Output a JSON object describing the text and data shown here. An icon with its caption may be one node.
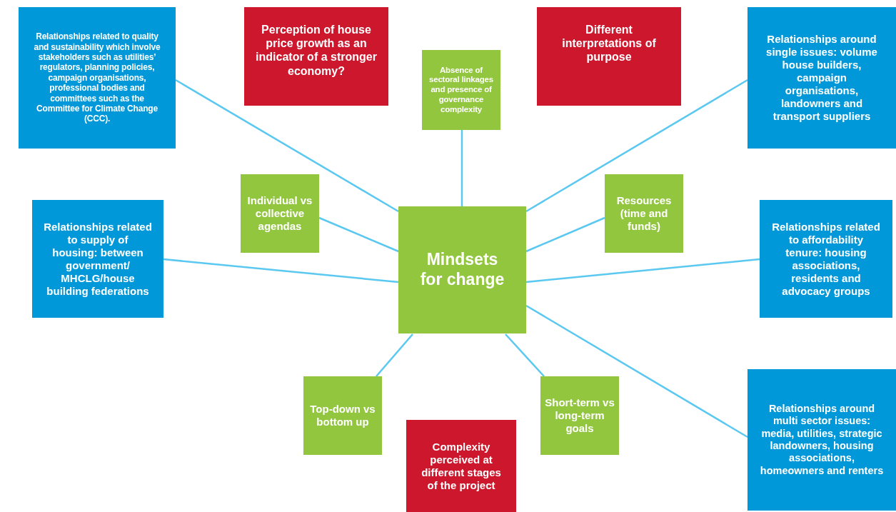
{
  "diagram": {
    "nodes": [
      {
        "text": [
          "Relationships related to quality and sustainability which involve stakeholders such as utilities’ regulators, planning policies, campaign organisations, professional bodies and committees such as the Committee for Climate Change (CCC)."
        ]
      },
      {
        "text": [
          "Perception of house price growth as an indicator of a stronger economy?"
        ]
      },
      {
        "text": [
          "Absence of sectoral linkages and presence of governance complexity"
        ]
      },
      {
        "text": [
          "Different interpretations of purpose"
        ]
      },
      {
        "text": [
          "Relationships around single issues: volume house builders, campaign organisations, landowners and transport suppliers"
        ]
      },
      {
        "text": [
          "Individual vs collective agendas"
        ]
      },
      {
        "text": [
          "Resources (time and funds)"
        ]
      },
      {
        "text": [
          "Relationships related to supply of housing: between government/ MHCLG/house building federations"
        ]
      },
      {
        "text": [
          "Mindsets for change"
        ]
      },
      {
        "text": [
          "Relationships related to affordability tenure: housing associations, residents and advocacy groups"
        ]
      },
      {
        "text": [
          "Top-down vs bottom up"
        ]
      },
      {
        "text": [
          "Short-term vs long-term goals"
        ]
      },
      {
        "text": [
          "Complexity perceived at different stages of the project"
        ]
      },
      {
        "text": [
          "Relationships around multi sector issues: media, utilities, strategic landowners, housing associations, homeowners and renters"
        ]
      }
    ],
    "edges": [
      {
        "from": 8,
        "to": 0,
        "arrow": "none"
      },
      {
        "from": 8,
        "to": 2,
        "arrow": "none"
      },
      {
        "from": 8,
        "to": 4,
        "arrow": "none"
      },
      {
        "from": 8,
        "to": 5,
        "arrow": "none"
      },
      {
        "from": 8,
        "to": 6,
        "arrow": "none"
      },
      {
        "from": 8,
        "to": 7,
        "arrow": "none"
      },
      {
        "from": 8,
        "to": 9,
        "arrow": "none"
      },
      {
        "from": 8,
        "to": 10,
        "arrow": "none"
      },
      {
        "from": 8,
        "to": 11,
        "arrow": "none"
      },
      {
        "from": 8,
        "to": 13,
        "arrow": "none"
      }
    ]
  }
}
